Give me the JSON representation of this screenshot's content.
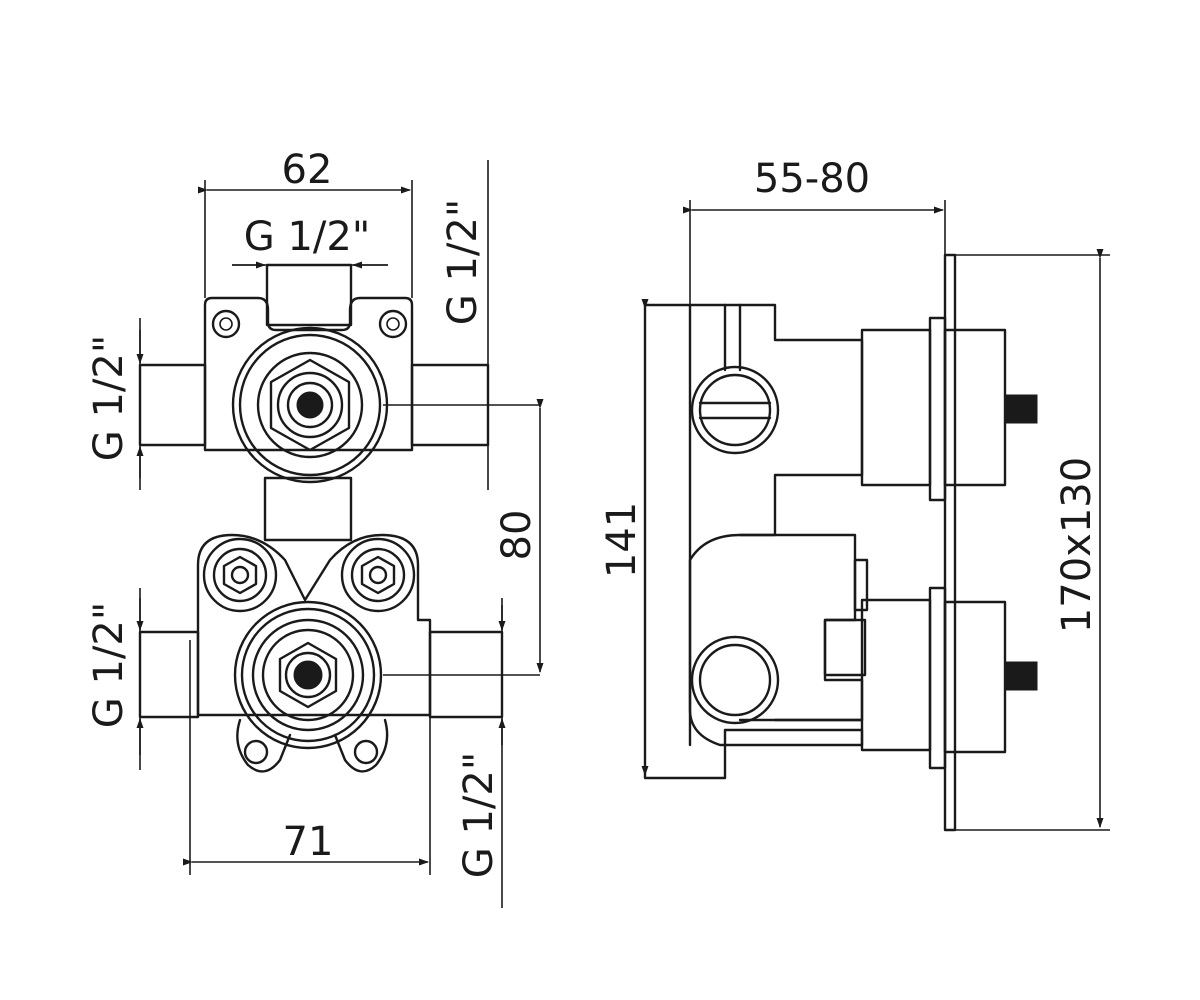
{
  "dimensions": {
    "front_top_width": "62",
    "front_top_inlet": "G 1/2\"",
    "front_right_top": "G 1/2\"",
    "front_left_top": "G 1/2\"",
    "front_left_bottom": "G 1/2\"",
    "front_right_bottom": "G 1/2\"",
    "front_center_distance": "80",
    "front_bottom_width": "71",
    "side_depth": "55-80",
    "side_height": "141",
    "side_plate": "170x130"
  }
}
